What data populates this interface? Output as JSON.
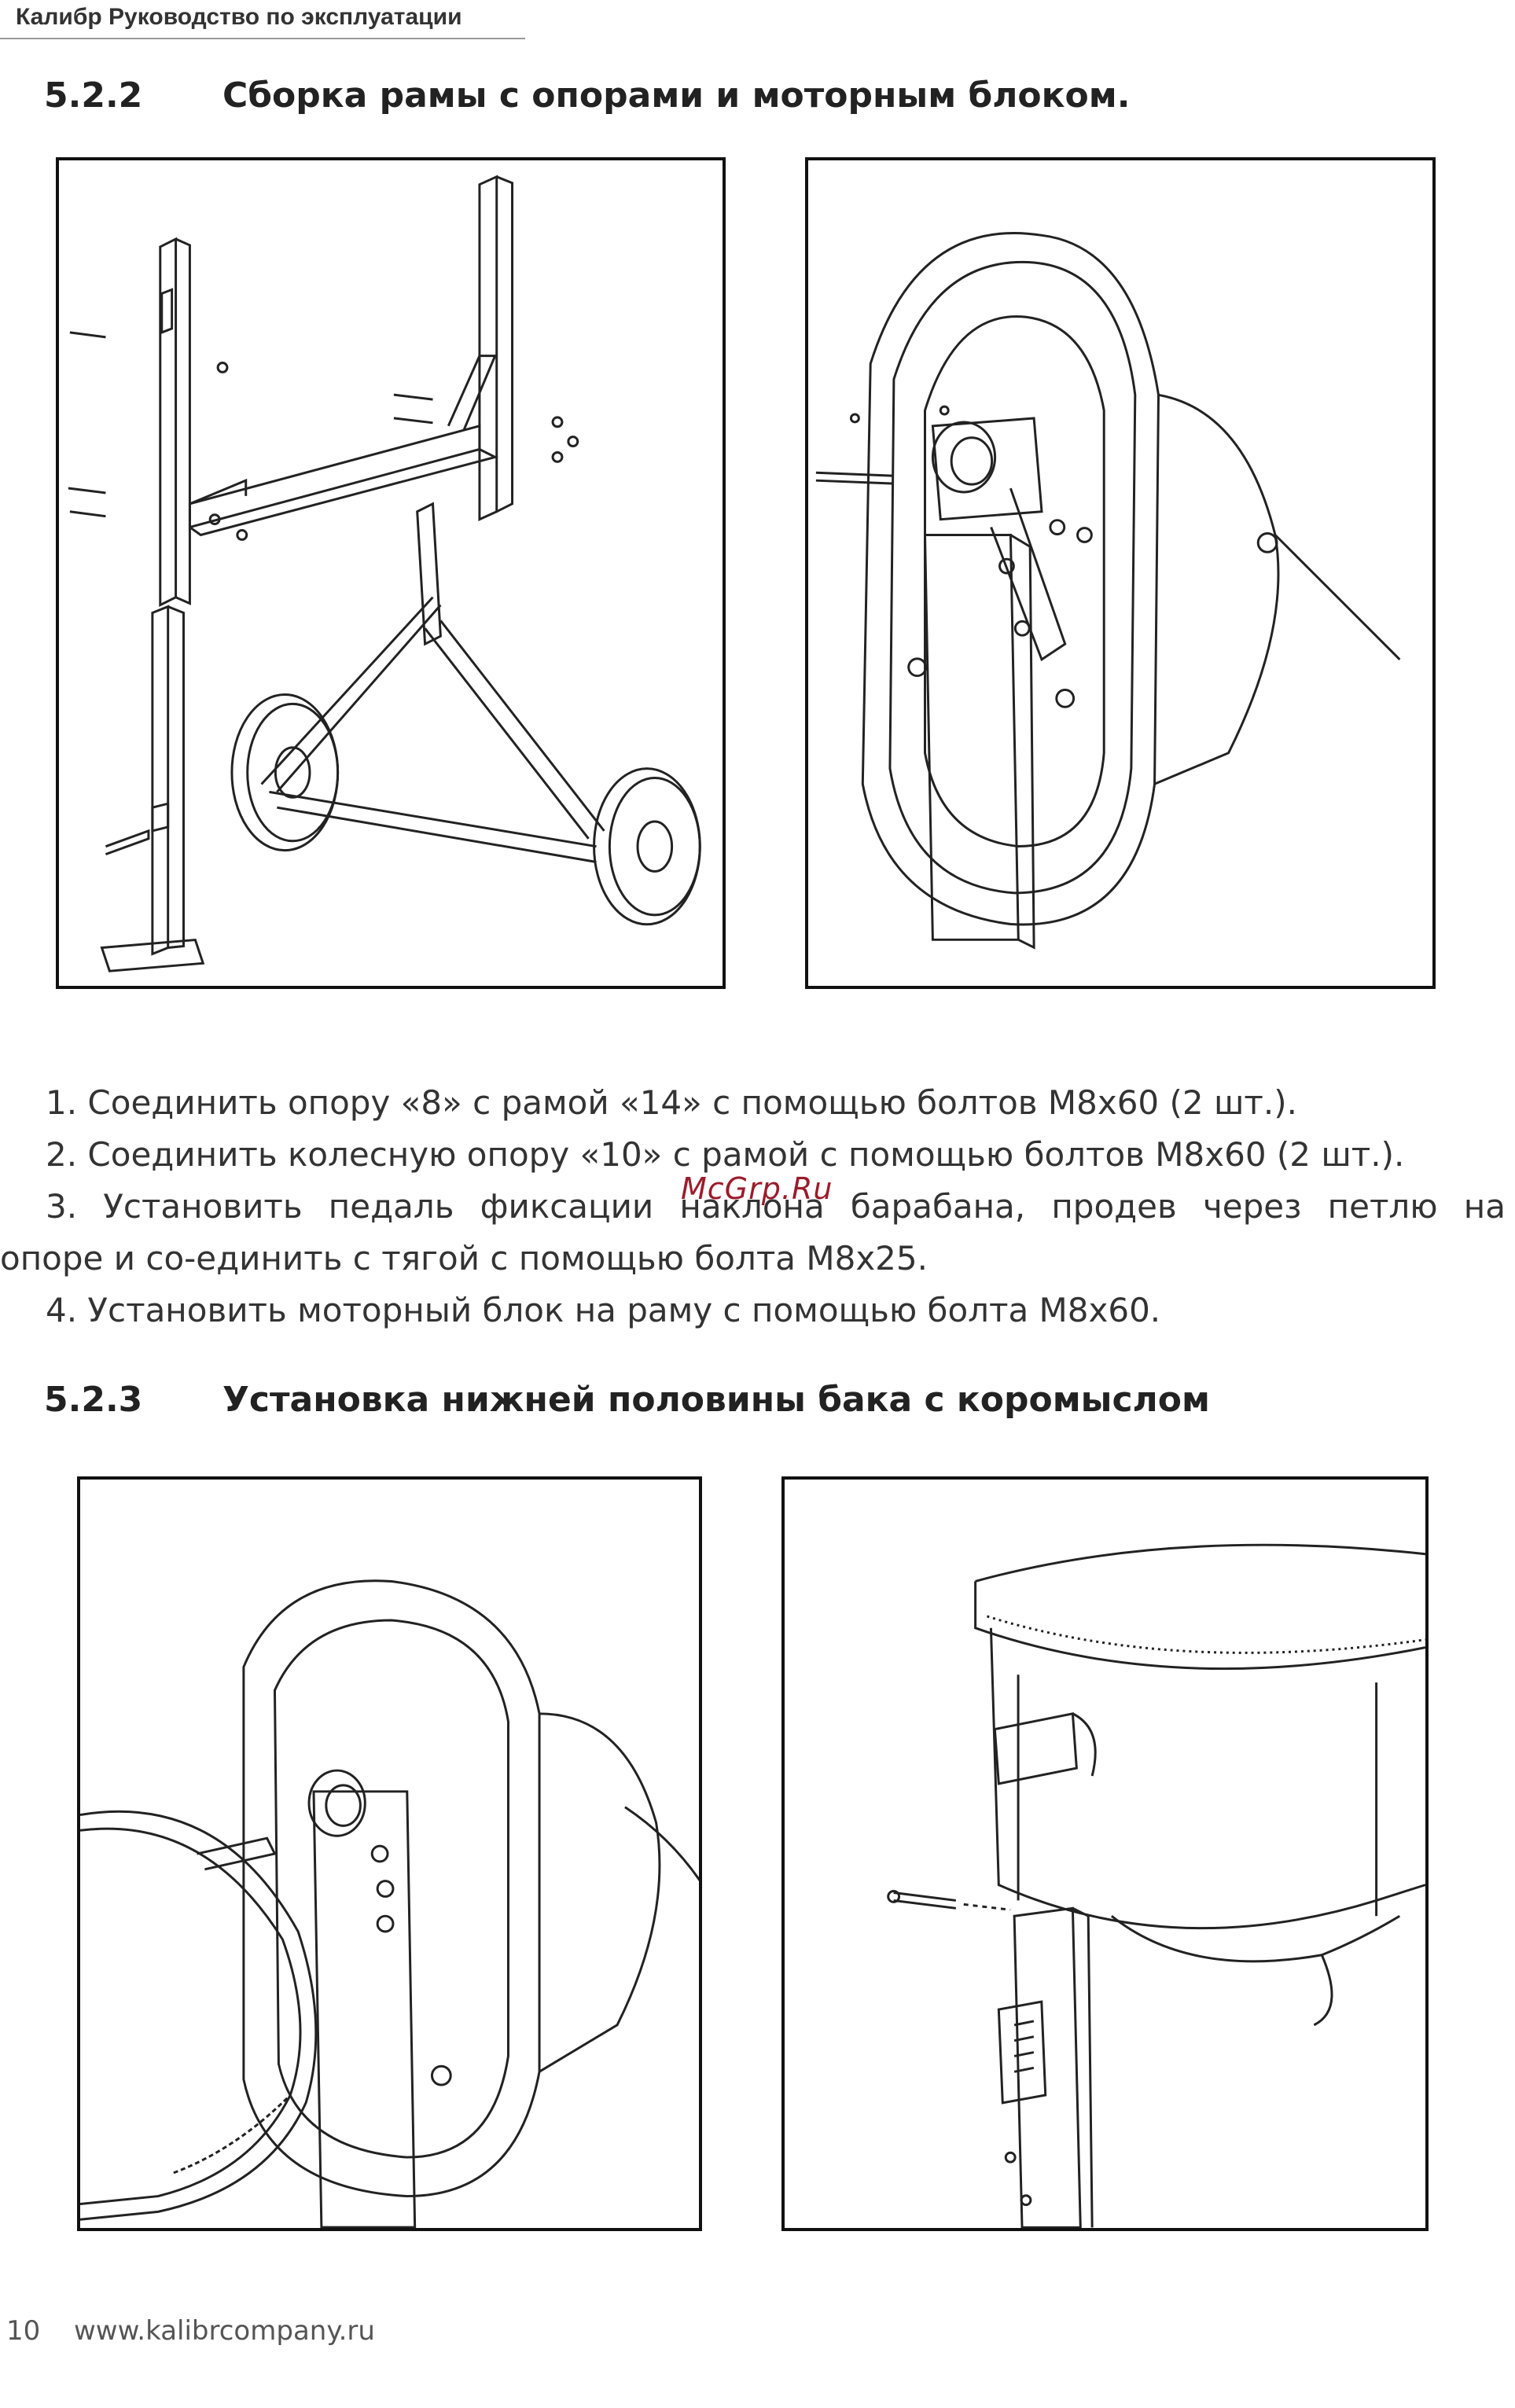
{
  "running_head": "Калибр Руководство по эксплуатации",
  "section_522": {
    "number": "5.2.2",
    "title": "Сборка рамы с опорами и моторным блоком."
  },
  "steps": [
    "1. Соединить опору «8» с рамой «14» с помощью болтов М8х60 (2 шт.).",
    "2. Соединить колесную опору «10» с рамой с помощью болтов М8х60 (2 шт.).",
    "3. Установить педаль фиксации наклона барабана, продев через петлю на",
    "опоре и со-единить с тягой с помощью болта М8х25.",
    "4. Установить моторный блок на раму с помощью болта М8х60."
  ],
  "watermark": "McGrp.Ru",
  "section_523": {
    "number": "5.2.3",
    "title": "Установка нижней половины бака с коромыслом"
  },
  "footer": {
    "page_number": "10",
    "website": "www.kalibrcompany.ru"
  }
}
